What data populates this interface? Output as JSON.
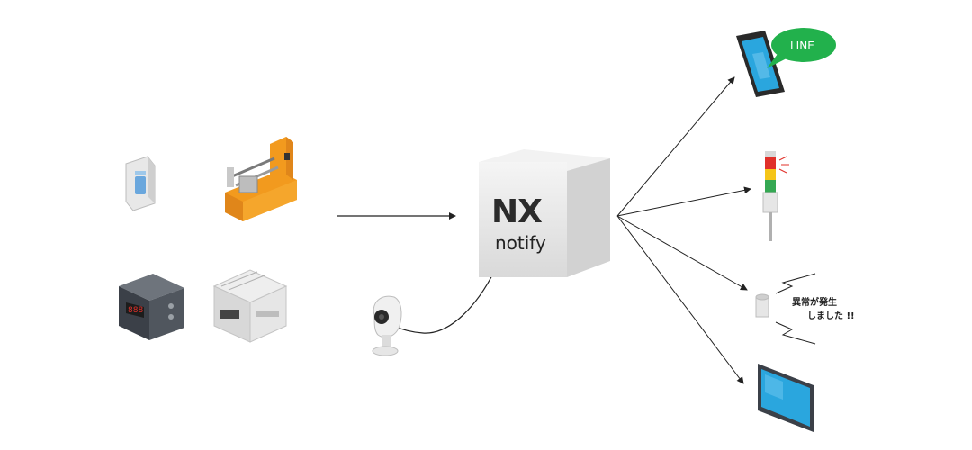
{
  "hub": {
    "logo_text": "NX",
    "label": "notify"
  },
  "outputs": {
    "line_bubble": "LINE",
    "speaker_line1": "異常が発生",
    "speaker_line2": "しました !!"
  },
  "colors": {
    "logo_dark": "#2b2b2b",
    "logo_accent": "#3a3f8f",
    "line_green": "#22b14c",
    "orange": "#f29a1e",
    "tablet_blue": "#2aa6de",
    "panel_dark": "#3b4048"
  }
}
